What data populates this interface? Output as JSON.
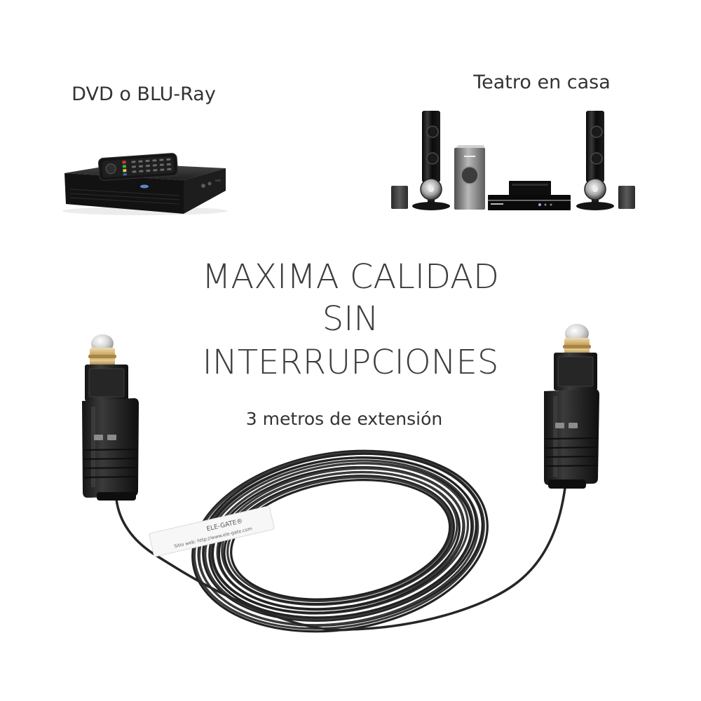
{
  "source_device": {
    "label": "DVD o BLU-Ray",
    "icon": "bluray-player"
  },
  "target_device": {
    "label": "Teatro en casa",
    "icon": "home-theater-system"
  },
  "headline": {
    "lines": [
      "MAXIMA CALIDAD",
      "SIN",
      "INTERRUPCIONES"
    ]
  },
  "subheadline": "3 metros de extensión",
  "product": {
    "icon": "toslink-optical-cable"
  },
  "cable_label": {
    "brand": "ELE-GATE®",
    "website": "Sitio web: http://www.ele-gate.com"
  },
  "colors": {
    "background": "#ffffff",
    "text": "#333333",
    "cable": "#262626",
    "connector_tip": "#c29d5a"
  }
}
